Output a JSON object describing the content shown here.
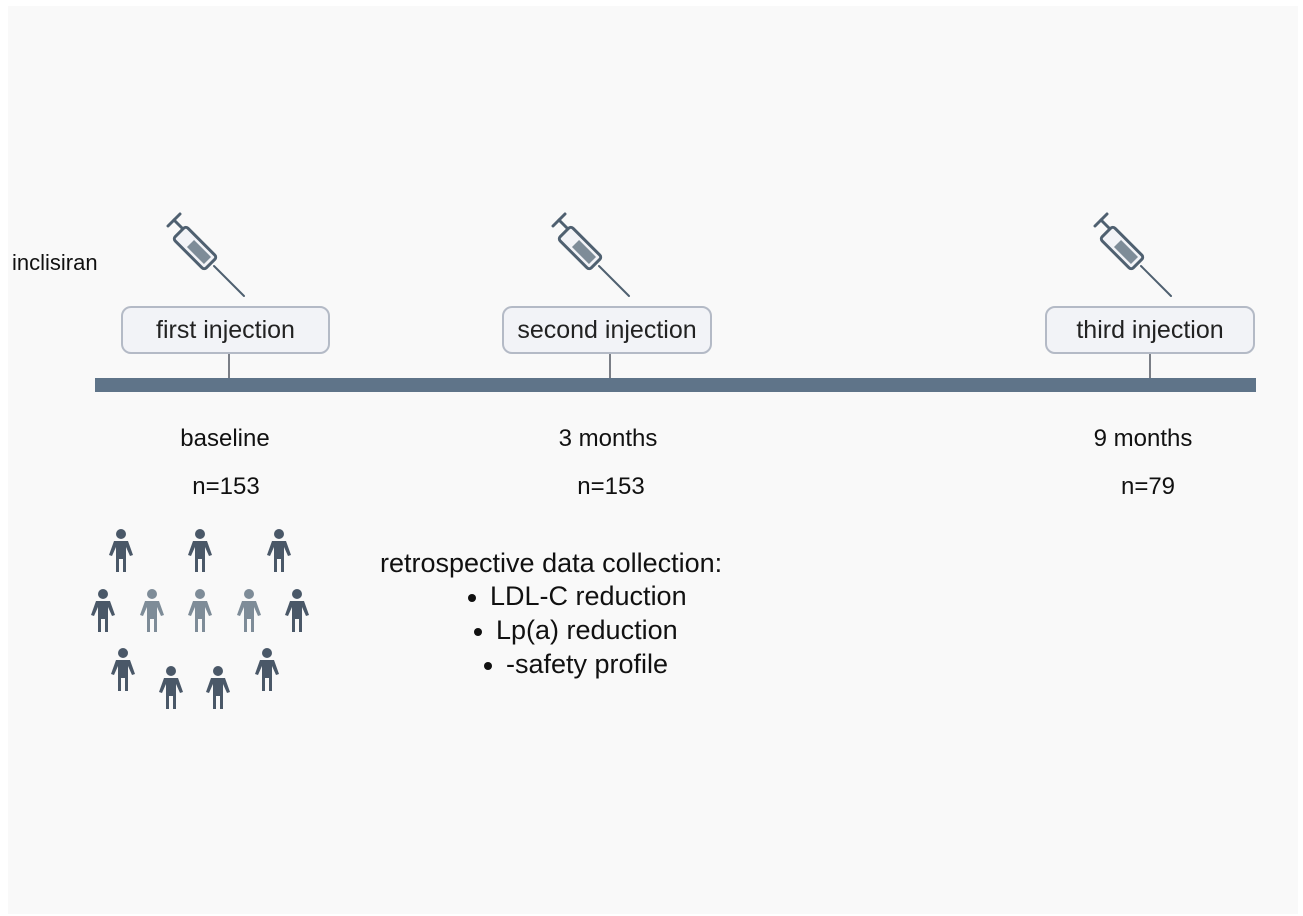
{
  "drug_label": "inclisiran",
  "injections": [
    {
      "label": "first injection",
      "time": "baseline",
      "n": "n=153"
    },
    {
      "label": "second injection",
      "time": "3 months",
      "n": "n=153"
    },
    {
      "label": "third injection",
      "time": "9 months",
      "n": "n=79"
    }
  ],
  "collection": {
    "title": "retrospective data collection:",
    "items": [
      "LDL-C reduction",
      "Lp(a) reduction",
      "-safety profile"
    ]
  },
  "colors": {
    "timeline": "#5f7489",
    "figure_dark": "#4a5868",
    "figure_light": "#7e8c98",
    "syringe": "#4f6070",
    "box_border": "#b4bac6"
  }
}
